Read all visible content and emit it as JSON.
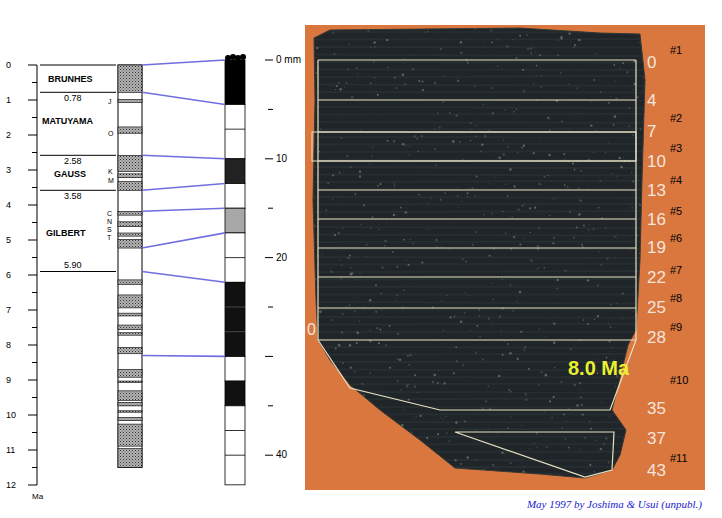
{
  "diagram": {
    "caption": "May 1997 by Joshima & Usui (unpubl.)",
    "labels": [
      "0",
      "1",
      "2",
      "3",
      "4",
      "5",
      "6",
      "7",
      "8",
      "9",
      "10",
      "11",
      "12",
      "Ma",
      "BRUNHES",
      "0.78",
      "MATUYAMA",
      "J",
      "O",
      "2.58",
      "GAUSS",
      "K",
      "M",
      "3.58",
      "C",
      "N",
      "S",
      "T",
      "GILBERT",
      "5.90",
      "0 mm",
      "10",
      "20",
      "40",
      "0",
      "0",
      "4",
      "7",
      "10",
      "13",
      "16",
      "19",
      "22",
      "25",
      "28",
      "35",
      "37",
      "43",
      "#1",
      "#2",
      "#3",
      "#4",
      "#5",
      "#6",
      "#7",
      "#8",
      "#9",
      "#10",
      "#11",
      "8.0 Ma"
    ]
  }
}
